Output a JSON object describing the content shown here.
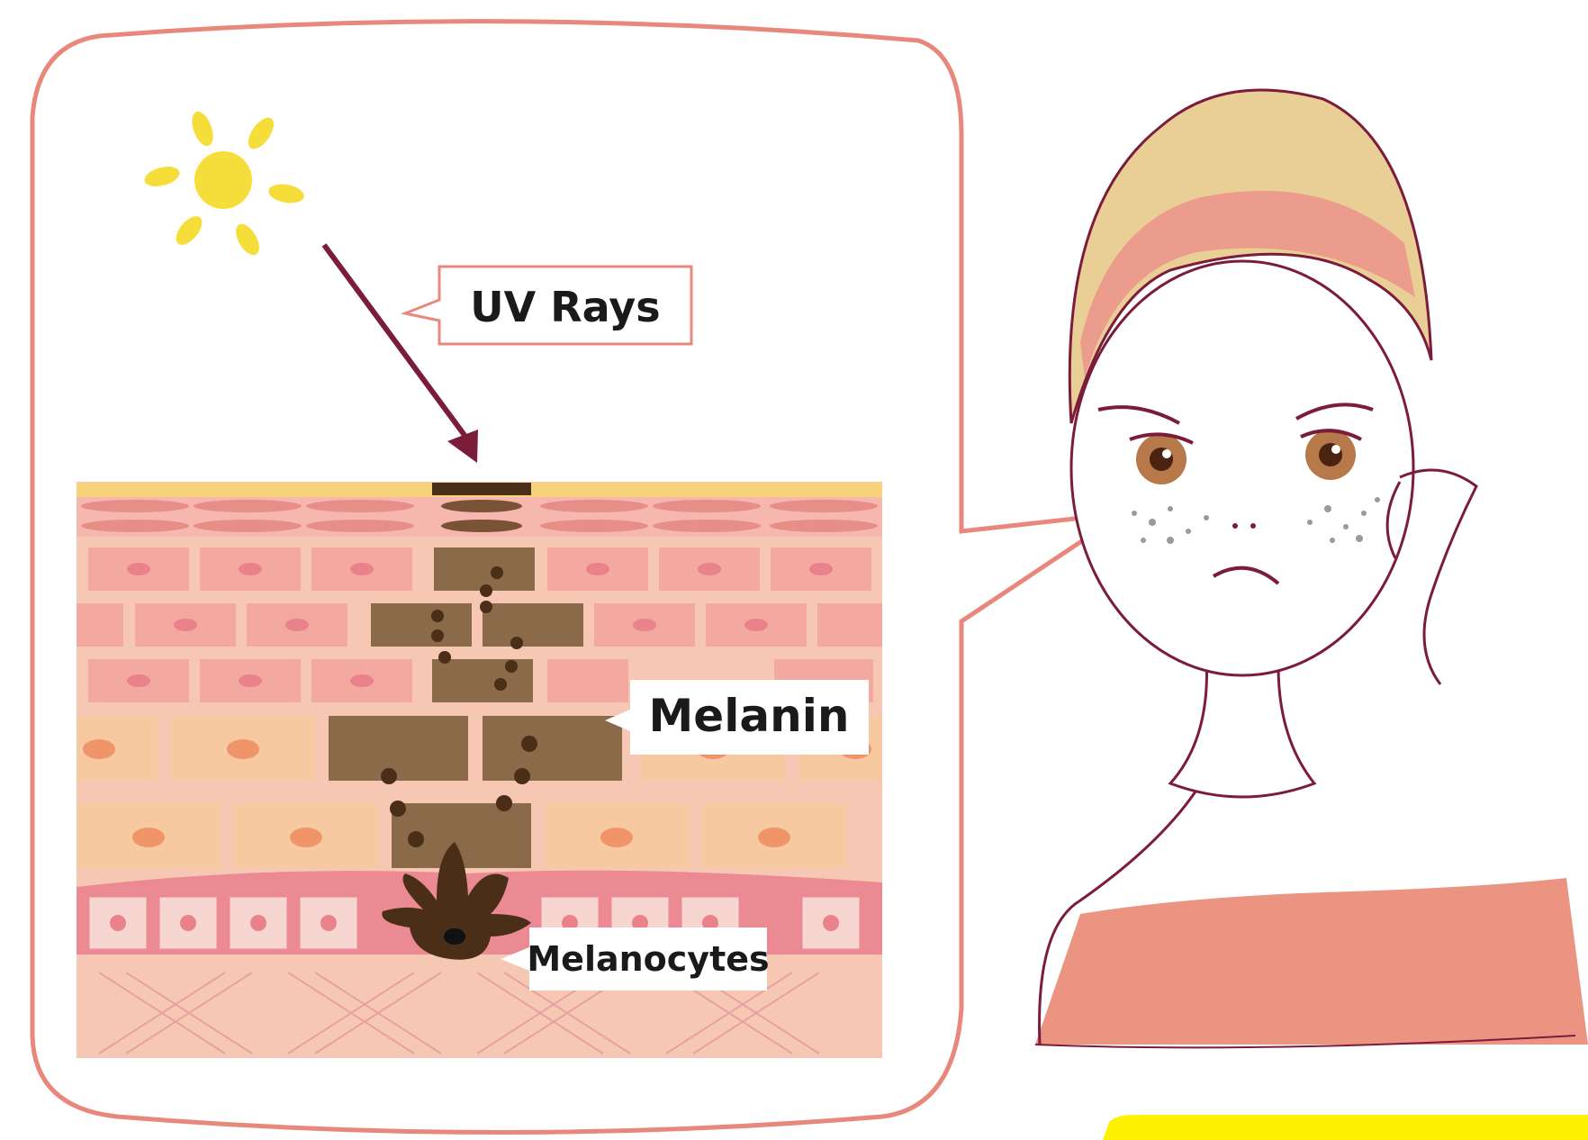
{
  "labels": {
    "uv_rays": "UV Rays",
    "melanin": "Melanin",
    "melanocytes": "Melanocytes"
  },
  "colors": {
    "outline": "#e8887c",
    "sun": "#f5de3a",
    "arrow": "#7a1c3a",
    "melanin": "#8b6a4a",
    "melanin_dark": "#4a2e18",
    "skin_top": "#f8d27a",
    "cell_pink": "#f0a8a0",
    "cell_peach": "#f7c9a0",
    "dermis": "#f6c8b4",
    "hair_blonde": "#e9cf96",
    "hair_pink": "#eb9c8c",
    "face_line": "#7a1c3a",
    "shirt": "#ec9482",
    "highlight": "#fff200"
  },
  "icons": [
    "sun-icon",
    "uv-arrow-icon",
    "melanocyte-icon",
    "woman-with-freckles-illustration"
  ]
}
